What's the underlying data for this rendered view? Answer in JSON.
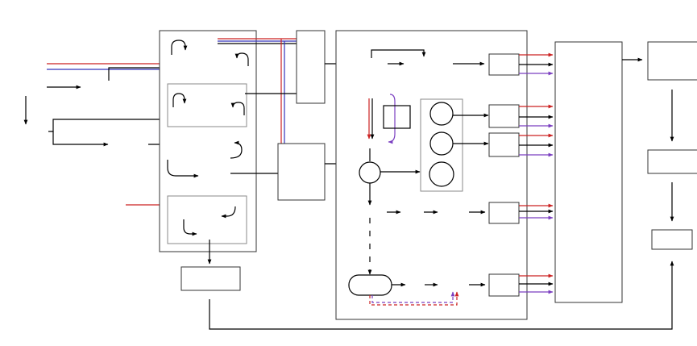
{
  "colors": {
    "line": "#000000",
    "stream_red": "#cc2222",
    "stream_blue": "#3333bb",
    "stream_purple": "#7a3ec0",
    "box_outline": "#333333",
    "inner_outline": "#888888"
  },
  "icons": [
    "u-turn-arrow",
    "circle-unit",
    "square-unit",
    "vessel-unit"
  ]
}
